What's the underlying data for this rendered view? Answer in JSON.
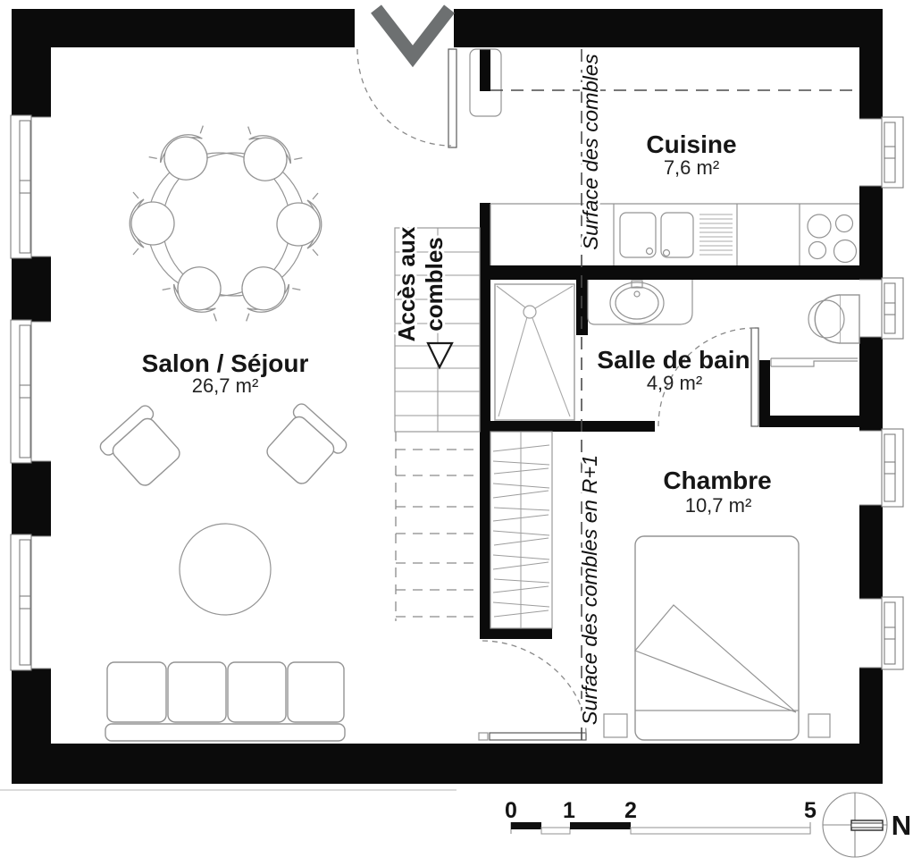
{
  "rooms": [
    {
      "name": "Salon / Séjour",
      "area": "26,7 m²"
    },
    {
      "name": "Cuisine",
      "area": "7,6 m²"
    },
    {
      "name": "Salle de bain",
      "area": "4,9 m²"
    },
    {
      "name": "Chambre",
      "area": "10,7 m²"
    }
  ],
  "labels": {
    "attic_access_line1": "Accès aux",
    "attic_access_line2": "combles",
    "attic_surface": "Surface des combles",
    "attic_surface_r1": "Surface des combles en R+1"
  },
  "scale_bar": {
    "ticks": [
      "0",
      "1",
      "2",
      "5"
    ]
  },
  "compass": {
    "north": "N"
  },
  "colors": {
    "wall": "#0b0b0b",
    "entry_arrow": "#6d7071",
    "furniture_line": "#949494",
    "dashed_line": "#4a4a4a"
  }
}
